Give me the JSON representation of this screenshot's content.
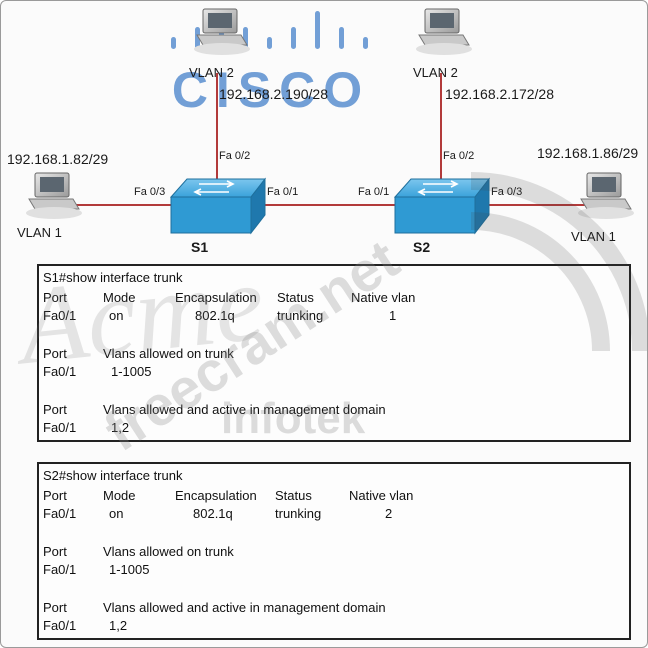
{
  "logo": {
    "text": "CISCO",
    "color": "#5b8fd0"
  },
  "watermark": {
    "site": "freecram.net",
    "brand_a": "Acme",
    "brand_b": "infotek"
  },
  "topology": {
    "switches": [
      {
        "name": "S1"
      },
      {
        "name": "S2"
      }
    ],
    "hosts": {
      "left": {
        "vlan": "VLAN 1",
        "ip": "192.168.1.82/29"
      },
      "s1_top": {
        "vlan": "VLAN 2",
        "ip": "192.168.2.190/28"
      },
      "s2_top": {
        "vlan": "VLAN 2",
        "ip": "192.168.2.172/28"
      },
      "right": {
        "vlan": "VLAN 1",
        "ip": "192.168.1.86/29"
      }
    },
    "ports": {
      "s1_left": "Fa 0/3",
      "s1_top": "Fa 0/2",
      "s1_right": "Fa 0/1",
      "s2_left": "Fa 0/1",
      "s2_top": "Fa 0/2",
      "s2_right": "Fa 0/3"
    },
    "link_color": "#b23a3a",
    "switch_color": "#2f9ad3"
  },
  "s1_output": {
    "command": "S1#show interface trunk",
    "headers": [
      "Port",
      "Mode",
      "Encapsulation",
      "Status",
      "Native vlan"
    ],
    "row": [
      "Fa0/1",
      "on",
      "802.1q",
      "trunking",
      "1"
    ],
    "allowed_header": [
      "Port",
      "Vlans allowed on trunk"
    ],
    "allowed_row": [
      "Fa0/1",
      "1-1005"
    ],
    "active_header": [
      "Port",
      "Vlans allowed and active in management domain"
    ],
    "active_row": [
      "Fa0/1",
      "1,2"
    ]
  },
  "s2_output": {
    "command": "S2#show interface trunk",
    "headers": [
      "Port",
      "Mode",
      "Encapsulation",
      "Status",
      "Native vlan"
    ],
    "row": [
      "Fa0/1",
      "on",
      "802.1q",
      "trunking",
      "2"
    ],
    "allowed_header": [
      "Port",
      "Vlans allowed on trunk"
    ],
    "allowed_row": [
      "Fa0/1",
      "1-1005"
    ],
    "active_header": [
      "Port",
      "Vlans allowed and active in management domain"
    ],
    "active_row": [
      "Fa0/1",
      "1,2"
    ]
  }
}
